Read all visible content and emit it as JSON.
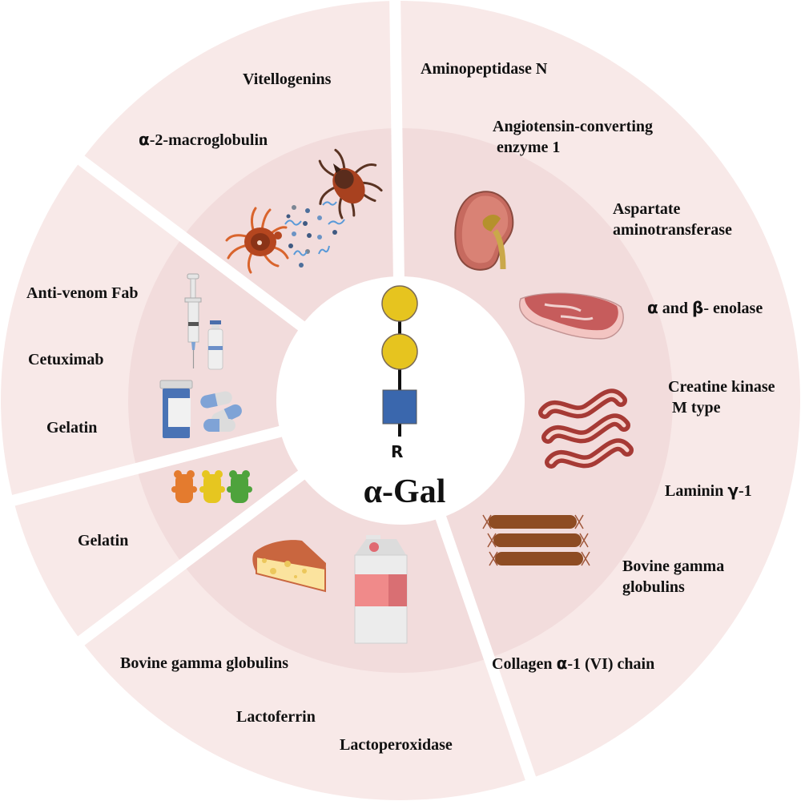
{
  "diagram": {
    "title": "α-Gal",
    "center_glycan": {
      "nodes": [
        {
          "shape": "circle",
          "color": "#e6c41f",
          "meaning": "galactose"
        },
        {
          "shape": "circle",
          "color": "#e6c41f",
          "meaning": "galactose"
        },
        {
          "shape": "square",
          "color": "#3a67ad",
          "meaning": "N-acetylglucosamine"
        }
      ],
      "anchor_label": "R"
    },
    "colors": {
      "outer_ring": "#f8e9e8",
      "inner_ring": "#f2dcdc",
      "center": "#ffffff",
      "text": "#111111"
    },
    "segments": [
      {
        "name": "ticks",
        "icons": [
          "tick-icon",
          "saliva-particles-icon"
        ],
        "labels": [
          "Vitellogenins",
          "α-2-macroglobulin"
        ]
      },
      {
        "name": "mammalian-meat",
        "icons": [
          "kidney-icon",
          "steak-icon",
          "bacon-icon",
          "sausage-icon"
        ],
        "labels": [
          "Aminopeptidase N",
          "Angiotensin-converting enzyme 1",
          "Aspartate aminotransferase",
          "α and β- enolase",
          "Creatine kinase M type",
          "Laminin γ-1",
          "Bovine gamma globulins",
          "Collagen α-1 (VI) chain"
        ]
      },
      {
        "name": "dairy",
        "icons": [
          "cheese-icon",
          "milk-carton-icon"
        ],
        "labels": [
          "Bovine gamma globulins",
          "Lactoferrin",
          "Lactoperoxidase"
        ]
      },
      {
        "name": "gelatin-candy",
        "icons": [
          "gummy-bear-icon"
        ],
        "labels": [
          "Gelatin"
        ]
      },
      {
        "name": "drugs",
        "icons": [
          "syringe-icon",
          "vial-icon",
          "pill-bottle-icon",
          "capsule-icon"
        ],
        "labels": [
          "Anti-venom Fab",
          "Cetuximab",
          "Gelatin"
        ]
      }
    ]
  },
  "labels": {
    "vitellogenins": "Vitellogenins",
    "a2m_greek": "α",
    "a2m_rest": "-2-macroglobulin",
    "aminopeptidase": "Aminopeptidase N",
    "ace_line1": "Angiotensin-converting",
    "ace_line2": " enzyme 1",
    "ast_line1": "Aspartate",
    "ast_line2": "aminotransferase",
    "enolase_a": "α",
    "enolase_mid": " and ",
    "enolase_b": "β",
    "enolase_rest": "- enolase",
    "ck_line1": "Creatine kinase",
    "ck_line2": " M type",
    "laminin_text": "Laminin ",
    "laminin_greek": "γ",
    "laminin_rest": "-1",
    "bgg_meat_line1": "Bovine gamma",
    "bgg_meat_line2": "globulins",
    "collagen_text": "Collagen ",
    "collagen_greek": "α",
    "collagen_rest": "-1 (VI) chain",
    "bgg_dairy": "Bovine gamma globulins",
    "lactoferrin": "Lactoferrin",
    "lactoperoxidase": "Lactoperoxidase",
    "gelatin_candy": "Gelatin",
    "antivenom": "Anti-venom Fab",
    "cetuximab": "Cetuximab",
    "gelatin_drug": "Gelatin",
    "r_group": "R",
    "center_title": "α-Gal"
  }
}
